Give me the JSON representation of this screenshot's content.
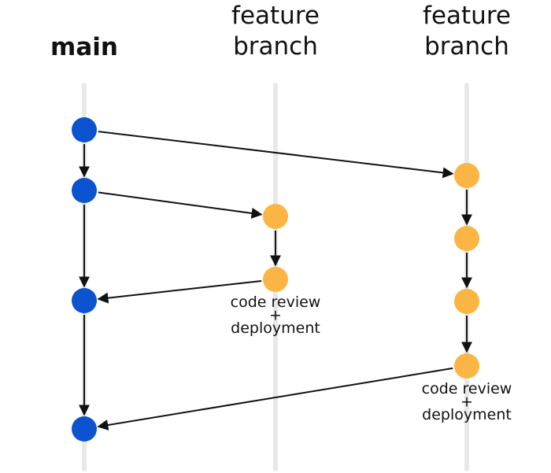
{
  "columns": [
    {
      "id": "main",
      "title_lines": [
        "main"
      ],
      "bold": true
    },
    {
      "id": "feature1",
      "title_lines": [
        "feature",
        "branch"
      ],
      "bold": false
    },
    {
      "id": "feature2",
      "title_lines": [
        "feature",
        "branch"
      ],
      "bold": false
    }
  ],
  "colors": {
    "main_commit": "#0b53cf",
    "feature_commit": "#fbb544",
    "lane": "#e8e8e8",
    "edge": "#111111"
  },
  "nodes": [
    {
      "id": "m1",
      "column": "main"
    },
    {
      "id": "m2",
      "column": "main"
    },
    {
      "id": "m3",
      "column": "main"
    },
    {
      "id": "m4",
      "column": "main"
    },
    {
      "id": "f1a",
      "column": "feature1"
    },
    {
      "id": "f1b",
      "column": "feature1"
    },
    {
      "id": "f2a",
      "column": "feature2"
    },
    {
      "id": "f2b",
      "column": "feature2"
    },
    {
      "id": "f2c",
      "column": "feature2"
    },
    {
      "id": "f2d",
      "column": "feature2"
    }
  ],
  "edges": [
    {
      "from": "m1",
      "to": "m2"
    },
    {
      "from": "m1",
      "to": "f2a"
    },
    {
      "from": "m2",
      "to": "m3"
    },
    {
      "from": "m2",
      "to": "f1a"
    },
    {
      "from": "f1a",
      "to": "f1b"
    },
    {
      "from": "f1b",
      "to": "m3"
    },
    {
      "from": "m3",
      "to": "m4"
    },
    {
      "from": "f2a",
      "to": "f2b"
    },
    {
      "from": "f2b",
      "to": "f2c"
    },
    {
      "from": "f2c",
      "to": "f2d"
    },
    {
      "from": "f2d",
      "to": "m4"
    }
  ],
  "annotations": [
    {
      "id": "note-feature1",
      "node": "f1b",
      "lines": [
        "code review",
        "+",
        "deployment"
      ]
    },
    {
      "id": "note-feature2",
      "node": "f2d",
      "lines": [
        "code review",
        "+",
        "deployment"
      ]
    }
  ]
}
